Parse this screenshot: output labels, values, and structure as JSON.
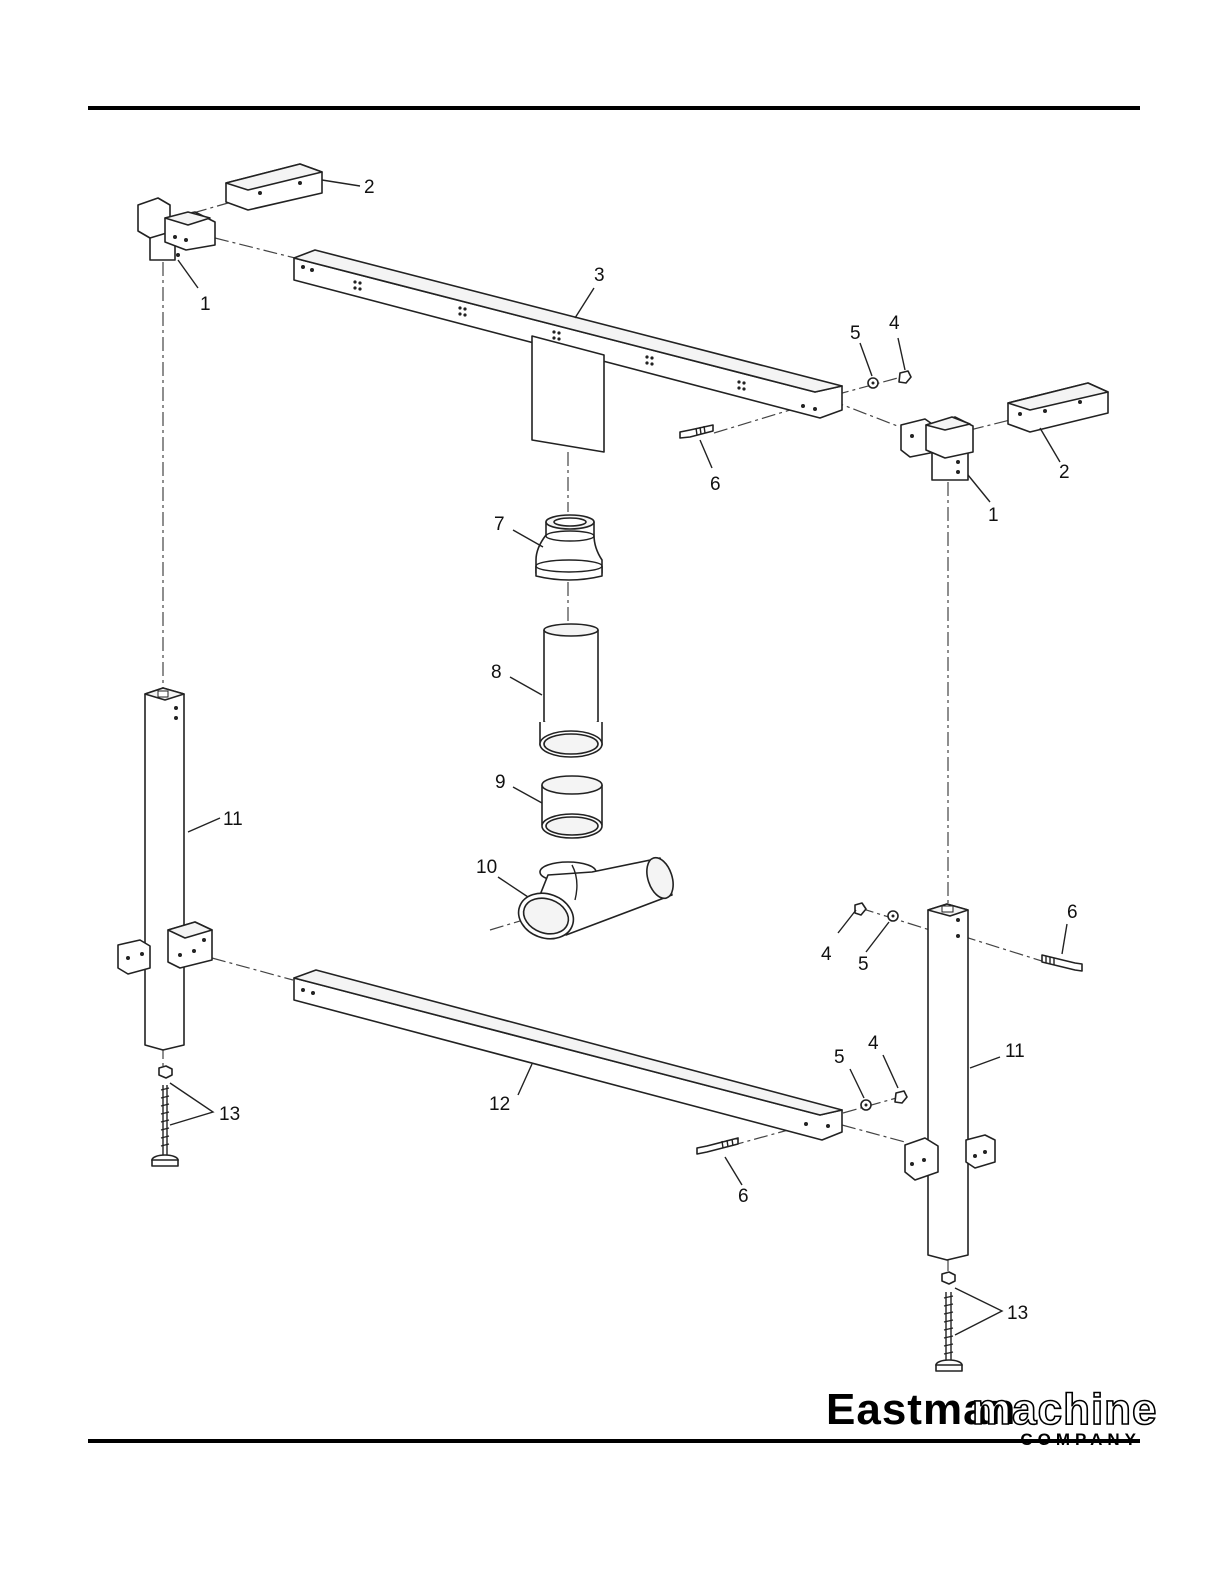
{
  "callouts": {
    "c1a": "1",
    "c1b": "1",
    "c2a": "2",
    "c2b": "2",
    "c3": "3",
    "c4a": "4",
    "c4b": "4",
    "c4c": "4",
    "c5a": "5",
    "c5b": "5",
    "c5c": "5",
    "c6a": "6",
    "c6b": "6",
    "c6c": "6",
    "c7": "7",
    "c8": "8",
    "c9": "9",
    "c10": "10",
    "c11a": "11",
    "c11b": "11",
    "c12": "12",
    "c13a": "13",
    "c13b": "13"
  },
  "logo": {
    "word_bold": "Eastman",
    "word_light": "machine",
    "company": "COMPANY"
  }
}
